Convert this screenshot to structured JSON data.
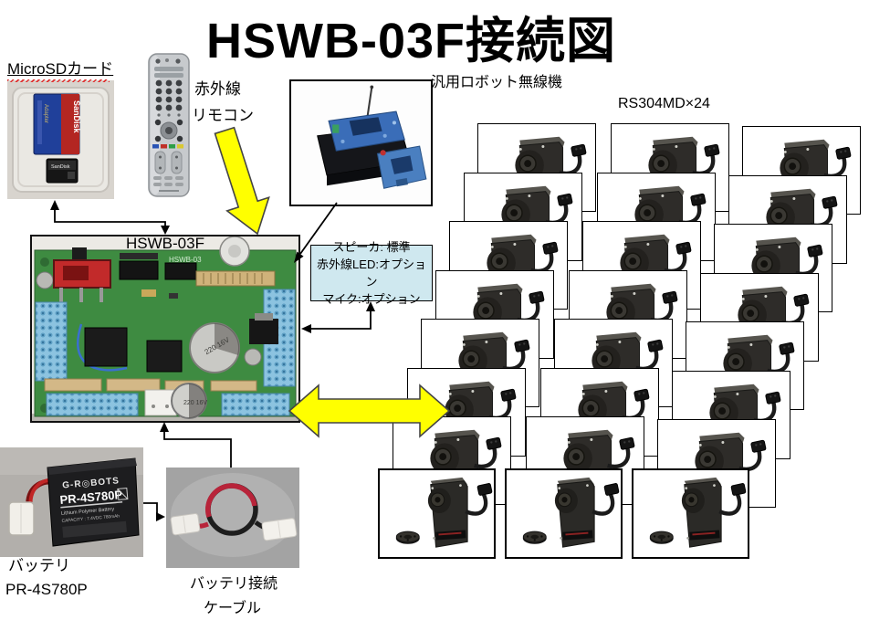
{
  "title": "HSWB-03F接続図",
  "microsd": {
    "label": "MicroSDカード",
    "brand": "SanDisk"
  },
  "remote": {
    "label_line1": "赤外線",
    "label_line2": "リモコン"
  },
  "wireless": {
    "label": "汎用ロボット無線機"
  },
  "servo_grid": {
    "label": "RS304MD×24",
    "count": 24,
    "columns": 3,
    "rows_per_column": 8
  },
  "board": {
    "label": "HSWB-03F",
    "silkscreen": "HSWB-03",
    "capacitor_marking": "220 16V"
  },
  "options_box": {
    "lines": [
      "スピーカ: 標準",
      "赤外線LED:オプション",
      "マイク:オプション"
    ],
    "bg_color": "#cfe8ef"
  },
  "battery": {
    "label_line1": "バッテリ",
    "label_line2": "PR-4S780P",
    "brand": "G-R◎BOTS",
    "model": "PR-4S780P",
    "type_text": "Lithium Polymer Battery",
    "capacity_text": "CAPACITY : 7.4VDC 780mAh"
  },
  "cable": {
    "label_line1": "バッテリ接続",
    "label_line2": "ケーブル"
  },
  "colors": {
    "arrow_fill": "#ffff00",
    "arrow_outline": "#454545",
    "connector_line": "#000000",
    "options_box_bg": "#cfe8ef",
    "pcb_green": "#3e8b41",
    "pin_header_blue": "#8cc3e0",
    "card_border": "#000000"
  }
}
